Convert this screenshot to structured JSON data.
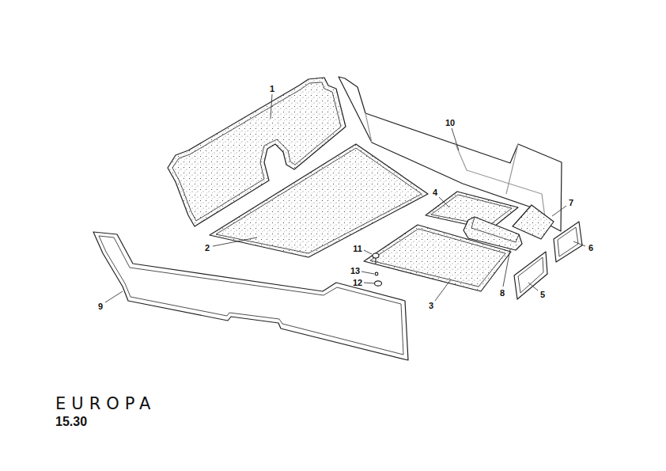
{
  "diagram": {
    "labels": [
      "1",
      "10",
      "4",
      "7",
      "2",
      "11",
      "13",
      "12",
      "9",
      "3",
      "8",
      "6",
      "5",
      "EUROPA",
      "15.30"
    ]
  }
}
